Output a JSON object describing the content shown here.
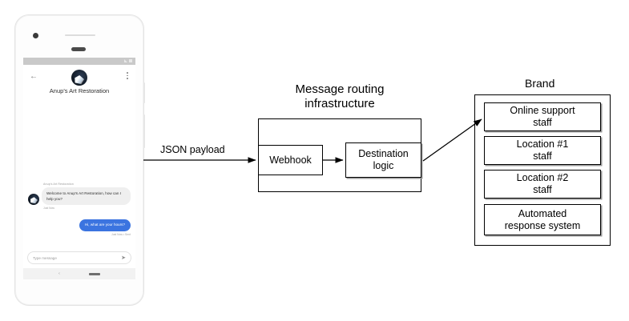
{
  "phone": {
    "statusbar": {
      "signal_icon": "signal-icon",
      "battery_icon": "battery-icon"
    },
    "header": {
      "back_icon": "back-arrow-icon",
      "menu_icon": "kebab-menu-icon",
      "avatar_icon": "brand-avatar",
      "title": "Anup's Art Restoration"
    },
    "conversation": [
      {
        "direction": "incoming",
        "sender": "Anup's Art Restoration",
        "text": "Welcome to Anup's Art Restoration, how can I help you?",
        "time": "Just Now"
      },
      {
        "direction": "outgoing",
        "text": "Hi, what are your hours?",
        "time": "Just Now • Sent"
      }
    ],
    "composer": {
      "placeholder": "Type message",
      "send_icon": "send-icon"
    },
    "navbar": {
      "back_icon": "nav-back-icon",
      "home_icon": "nav-home-pill"
    }
  },
  "diagram": {
    "flow_label": "JSON payload",
    "infrastructure": {
      "title_line1": "Message routing",
      "title_line2": "infrastructure",
      "nodes": [
        {
          "label": "Webhook"
        },
        {
          "label_line1": "Destination",
          "label_line2": "logic"
        }
      ]
    },
    "brand": {
      "title": "Brand",
      "recipients": [
        {
          "line1": "Online support",
          "line2": "staff"
        },
        {
          "line1": "Location #1",
          "line2": "staff"
        },
        {
          "line1": "Location #2",
          "line2": "staff"
        },
        {
          "line1": "Automated",
          "line2": "response system"
        }
      ]
    },
    "colors": {
      "stroke": "#000000",
      "box_shadow": "#9a9a9a",
      "outgoing_bubble": "#3b74e0",
      "incoming_bubble": "#efefef"
    }
  }
}
